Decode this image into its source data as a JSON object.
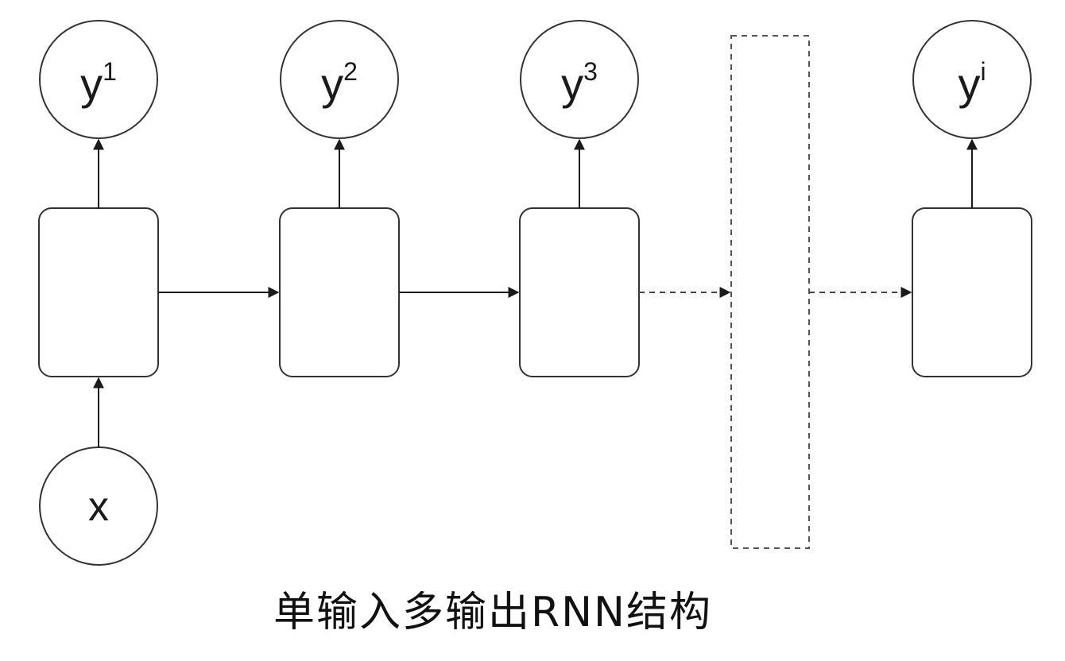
{
  "inputs": [
    {
      "label": "x"
    }
  ],
  "outputs": [
    {
      "base": "y",
      "sup": "1"
    },
    {
      "base": "y",
      "sup": "2"
    },
    {
      "base": "y",
      "sup": "3"
    },
    {
      "base": "y",
      "sup": "i"
    }
  ],
  "caption": "单输入多输出RNN结构"
}
